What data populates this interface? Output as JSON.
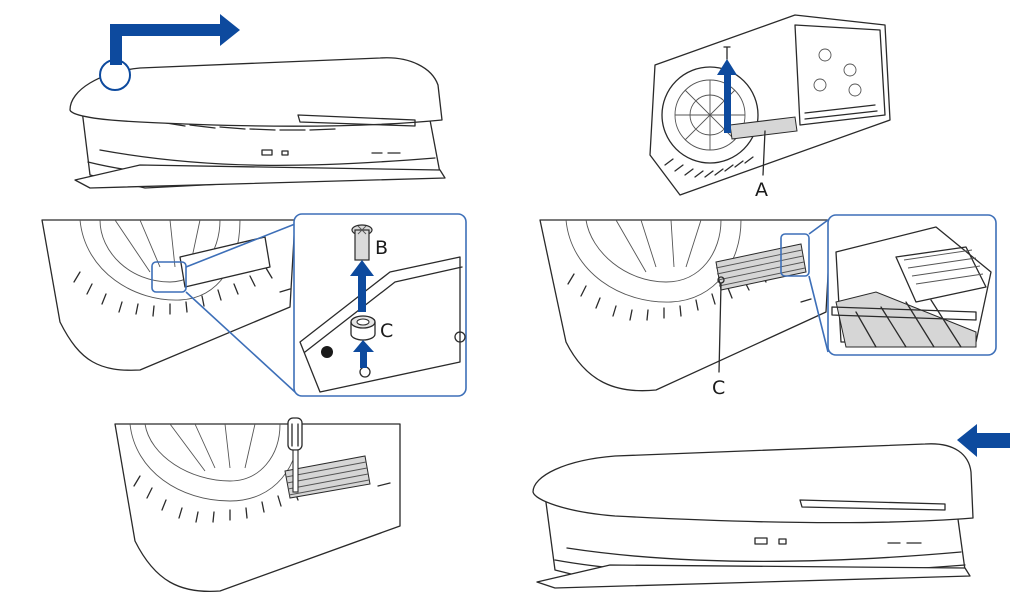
{
  "colors": {
    "arrow": "#0d4a9e",
    "callout": "#3d6fb8",
    "line": "#2a2a2a"
  },
  "labels": {
    "screw": "B",
    "spacer": "C",
    "cover": "A",
    "spacer_step4": "C"
  }
}
